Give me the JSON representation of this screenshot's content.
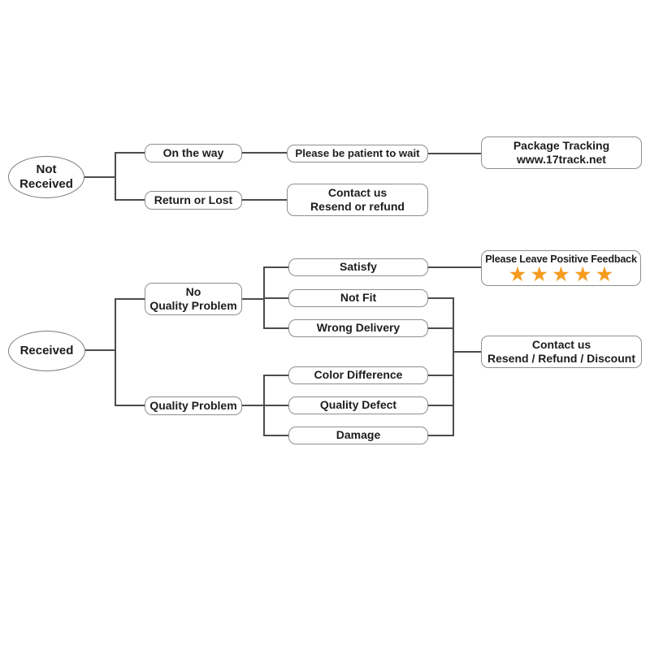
{
  "diagram": {
    "type": "flowchart",
    "background": "#ffffff",
    "colors": {
      "box_border": "#8e8e8e",
      "connector": "#4c4c4c",
      "text": "#1d1d1d",
      "star": "#f59b1e"
    },
    "nodes": {
      "not_received": {
        "line1": "Not",
        "line2": "Received",
        "shape": "ellipse"
      },
      "on_the_way": {
        "label": "On the way"
      },
      "be_patient": {
        "label": "Please be patient to wait"
      },
      "package_tracking": {
        "line1": "Package Tracking",
        "line2": "www.17track.net"
      },
      "return_or_lost": {
        "label": "Return or Lost"
      },
      "contact_resend_refund": {
        "line1": "Contact us",
        "line2": "Resend or refund"
      },
      "received": {
        "label": "Received",
        "shape": "ellipse"
      },
      "no_quality_problem": {
        "line1": "No",
        "line2": "Quality Problem"
      },
      "quality_problem": {
        "label": "Quality Problem"
      },
      "satisfy": {
        "label": "Satisfy"
      },
      "positive_feedback": {
        "label": "Please Leave Positive Feedback",
        "star_icon": "star",
        "star_count": 5
      },
      "not_fit": {
        "label": "Not Fit"
      },
      "wrong_delivery": {
        "label": "Wrong Delivery"
      },
      "color_difference": {
        "label": "Color Difference"
      },
      "quality_defect": {
        "label": "Quality Defect"
      },
      "damage": {
        "label": "Damage"
      },
      "contact_discount": {
        "line1": "Contact us",
        "line2": "Resend / Refund / Discount"
      }
    },
    "edges": [
      [
        "not_received",
        "on_the_way"
      ],
      [
        "not_received",
        "return_or_lost"
      ],
      [
        "on_the_way",
        "be_patient"
      ],
      [
        "be_patient",
        "package_tracking"
      ],
      [
        "return_or_lost",
        "contact_resend_refund"
      ],
      [
        "received",
        "no_quality_problem"
      ],
      [
        "received",
        "quality_problem"
      ],
      [
        "no_quality_problem",
        "satisfy"
      ],
      [
        "no_quality_problem",
        "not_fit"
      ],
      [
        "no_quality_problem",
        "wrong_delivery"
      ],
      [
        "satisfy",
        "positive_feedback"
      ],
      [
        "not_fit",
        "contact_discount"
      ],
      [
        "wrong_delivery",
        "contact_discount"
      ],
      [
        "quality_problem",
        "color_difference"
      ],
      [
        "quality_problem",
        "quality_defect"
      ],
      [
        "quality_problem",
        "damage"
      ],
      [
        "color_difference",
        "contact_discount"
      ],
      [
        "quality_defect",
        "contact_discount"
      ],
      [
        "damage",
        "contact_discount"
      ]
    ]
  }
}
